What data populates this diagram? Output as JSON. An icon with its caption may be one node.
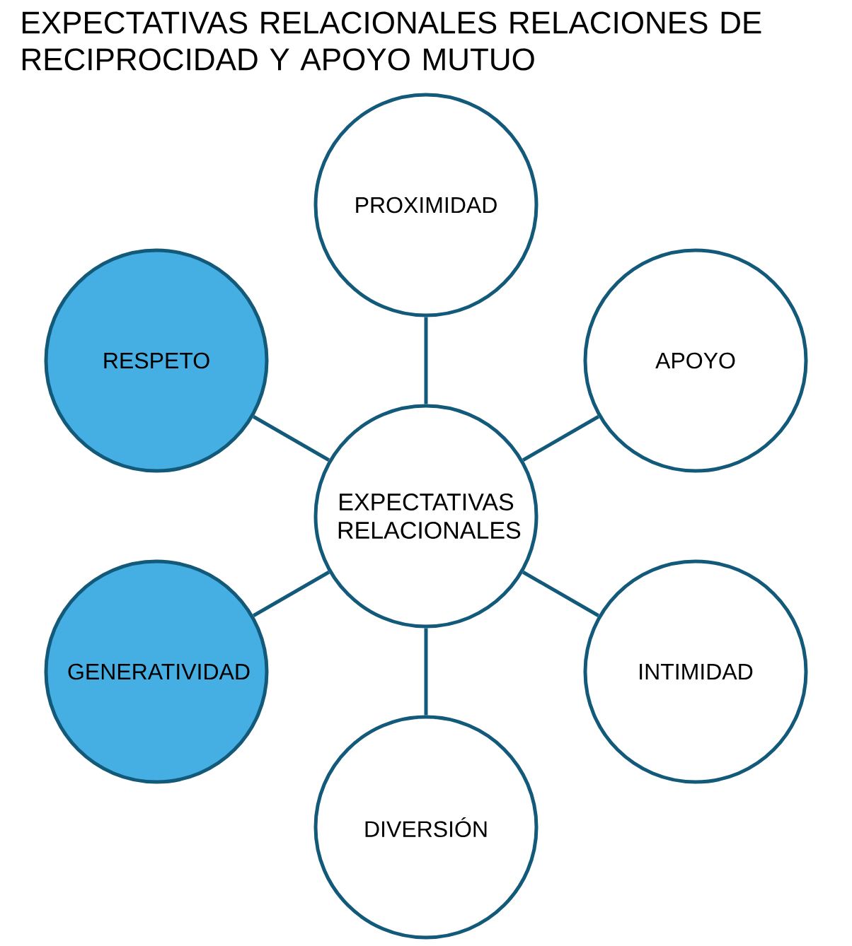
{
  "diagram": {
    "title": "EXPECTATIVAS RELACIONALES RELACIONES DE RECIPROCIDAD Y APOYO MUTUO",
    "nodes": [
      {
        "text": [
          "EXPECTATIVAS RELACIONALES"
        ]
      },
      {
        "text": [
          "PROXIMIDAD"
        ]
      },
      {
        "text": [
          "APOYO"
        ]
      },
      {
        "text": [
          "INTIMIDAD"
        ]
      },
      {
        "text": [
          "DIVERSIÓN"
        ]
      },
      {
        "text": [
          "GENERATIVIDAD"
        ]
      },
      {
        "text": [
          "RESPETO"
        ]
      }
    ],
    "edges": [
      {
        "from": 0,
        "to": 1,
        "arrow": "none"
      },
      {
        "from": 0,
        "to": 2,
        "arrow": "none"
      },
      {
        "from": 0,
        "to": 3,
        "arrow": "none"
      },
      {
        "from": 0,
        "to": 4,
        "arrow": "none"
      },
      {
        "from": 0,
        "to": 5,
        "arrow": "none"
      },
      {
        "from": 0,
        "to": 6,
        "arrow": "none"
      }
    ]
  }
}
